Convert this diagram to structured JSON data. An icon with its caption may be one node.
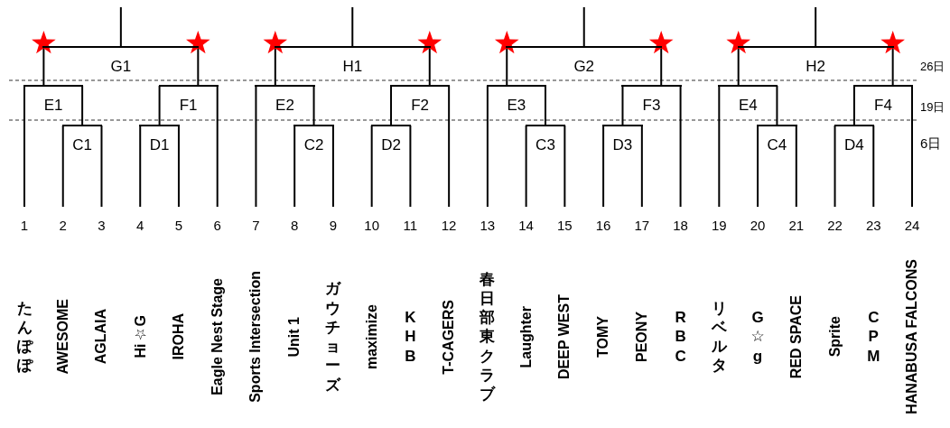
{
  "diagram": {
    "nodes": [
      {
        "text": [
          "1",
          "たんぽぽ"
        ]
      },
      {
        "text": [
          "2",
          "AWESOME"
        ]
      },
      {
        "text": [
          "3",
          "AGLAIA"
        ]
      },
      {
        "text": [
          "4",
          "Hi☆G"
        ]
      },
      {
        "text": [
          "5",
          "IROHA"
        ]
      },
      {
        "text": [
          "6",
          "Eagle Nest Stage"
        ]
      },
      {
        "text": [
          "7",
          "Sports Intersection"
        ]
      },
      {
        "text": [
          "8",
          "Unit 1"
        ]
      },
      {
        "text": [
          "9",
          "ガウチョーズ"
        ]
      },
      {
        "text": [
          "10",
          "maximize"
        ]
      },
      {
        "text": [
          "11",
          "K H B"
        ]
      },
      {
        "text": [
          "12",
          "T-CAGERS"
        ]
      },
      {
        "text": [
          "13",
          "春日部東クラブ"
        ]
      },
      {
        "text": [
          "14",
          "Laughter"
        ]
      },
      {
        "text": [
          "15",
          "DEEP WEST"
        ]
      },
      {
        "text": [
          "16",
          "TOMY"
        ]
      },
      {
        "text": [
          "17",
          "PEONY"
        ]
      },
      {
        "text": [
          "18",
          "R B C"
        ]
      },
      {
        "text": [
          "19",
          "リベルタ"
        ]
      },
      {
        "text": [
          "20",
          "G ☆ g"
        ]
      },
      {
        "text": [
          "21",
          "RED SPACE"
        ]
      },
      {
        "text": [
          "22",
          "Sprite"
        ]
      },
      {
        "text": [
          "23",
          "C P M"
        ]
      },
      {
        "text": [
          "24",
          "HANABUSA FALCONS"
        ]
      },
      {
        "text": [
          "C1"
        ]
      },
      {
        "text": [
          "D1"
        ]
      },
      {
        "text": [
          "E1"
        ]
      },
      {
        "text": [
          "F1"
        ]
      },
      {
        "text": [
          "G1"
        ]
      },
      {
        "text": [
          "C2"
        ]
      },
      {
        "text": [
          "D2"
        ]
      },
      {
        "text": [
          "E2"
        ]
      },
      {
        "text": [
          "F2"
        ]
      },
      {
        "text": [
          "H1"
        ]
      },
      {
        "text": [
          "C3"
        ]
      },
      {
        "text": [
          "D3"
        ]
      },
      {
        "text": [
          "E3"
        ]
      },
      {
        "text": [
          "F3"
        ]
      },
      {
        "text": [
          "G2"
        ]
      },
      {
        "text": [
          "C4"
        ]
      },
      {
        "text": [
          "D4"
        ]
      },
      {
        "text": [
          "E4"
        ]
      },
      {
        "text": [
          "F4"
        ]
      },
      {
        "text": [
          "H2"
        ]
      }
    ],
    "edges": [
      {
        "from": 1,
        "to": 24,
        "arrow": "none"
      },
      {
        "from": 2,
        "to": 24,
        "arrow": "none"
      },
      {
        "from": 3,
        "to": 25,
        "arrow": "none"
      },
      {
        "from": 4,
        "to": 25,
        "arrow": "none"
      },
      {
        "from": 0,
        "to": 26,
        "arrow": "none"
      },
      {
        "from": 24,
        "to": 26,
        "arrow": "none"
      },
      {
        "from": 25,
        "to": 27,
        "arrow": "none"
      },
      {
        "from": 5,
        "to": 27,
        "arrow": "none"
      },
      {
        "from": 26,
        "to": 28,
        "arrow": "none"
      },
      {
        "from": 27,
        "to": 28,
        "arrow": "none"
      },
      {
        "from": 28,
        "to": null,
        "arrow": "none"
      },
      {
        "from": 7,
        "to": 29,
        "arrow": "none"
      },
      {
        "from": 8,
        "to": 29,
        "arrow": "none"
      },
      {
        "from": 9,
        "to": 30,
        "arrow": "none"
      },
      {
        "from": 10,
        "to": 30,
        "arrow": "none"
      },
      {
        "from": 6,
        "to": 31,
        "arrow": "none"
      },
      {
        "from": 29,
        "to": 31,
        "arrow": "none"
      },
      {
        "from": 30,
        "to": 32,
        "arrow": "none"
      },
      {
        "from": 11,
        "to": 32,
        "arrow": "none"
      },
      {
        "from": 31,
        "to": 33,
        "arrow": "none"
      },
      {
        "from": 32,
        "to": 33,
        "arrow": "none"
      },
      {
        "from": 33,
        "to": null,
        "arrow": "none"
      },
      {
        "from": 13,
        "to": 34,
        "arrow": "none"
      },
      {
        "from": 14,
        "to": 34,
        "arrow": "none"
      },
      {
        "from": 15,
        "to": 35,
        "arrow": "none"
      },
      {
        "from": 16,
        "to": 35,
        "arrow": "none"
      },
      {
        "from": 12,
        "to": 36,
        "arrow": "none"
      },
      {
        "from": 34,
        "to": 36,
        "arrow": "none"
      },
      {
        "from": 35,
        "to": 37,
        "arrow": "none"
      },
      {
        "from": 17,
        "to": 37,
        "arrow": "none"
      },
      {
        "from": 36,
        "to": 38,
        "arrow": "none"
      },
      {
        "from": 37,
        "to": 38,
        "arrow": "none"
      },
      {
        "from": 38,
        "to": null,
        "arrow": "none"
      },
      {
        "from": 19,
        "to": 39,
        "arrow": "none"
      },
      {
        "from": 20,
        "to": 39,
        "arrow": "none"
      },
      {
        "from": 21,
        "to": 40,
        "arrow": "none"
      },
      {
        "from": 22,
        "to": 40,
        "arrow": "none"
      },
      {
        "from": 18,
        "to": 41,
        "arrow": "none"
      },
      {
        "from": 39,
        "to": 41,
        "arrow": "none"
      },
      {
        "from": 40,
        "to": 42,
        "arrow": "none"
      },
      {
        "from": 23,
        "to": 42,
        "arrow": "none"
      },
      {
        "from": 41,
        "to": 43,
        "arrow": "none"
      },
      {
        "from": 42,
        "to": 43,
        "arrow": "none"
      },
      {
        "from": 43,
        "to": null,
        "arrow": "none"
      }
    ],
    "labels": [
      "26日",
      "19日",
      "6日"
    ]
  }
}
